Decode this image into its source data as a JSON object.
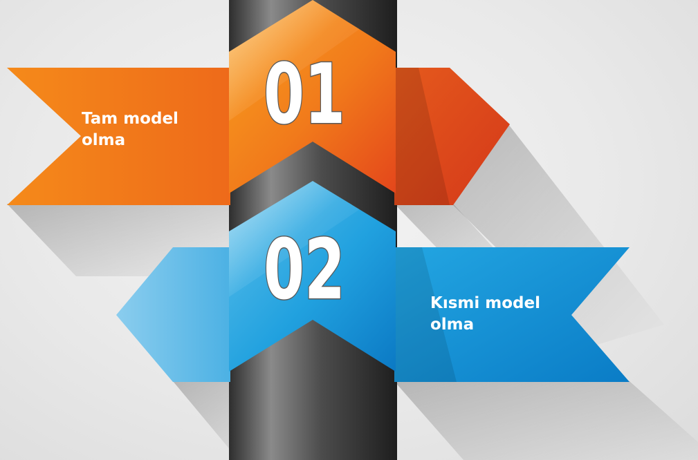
{
  "steps": [
    {
      "number": "01",
      "label_lines": [
        "Tam model",
        "olma"
      ],
      "color": "#f07d1a"
    },
    {
      "number": "02",
      "label_lines": [
        "Kısmi model",
        "olma"
      ],
      "color": "#1d9fdc"
    }
  ],
  "colors": {
    "background": "#e8e8e8",
    "pillar": "#4a4a4a",
    "orange_light": "#f7931e",
    "orange_dark": "#e1461b",
    "blue_light": "#56b7e6",
    "blue_dark": "#0a7fc9",
    "number_fill": "#ffffff",
    "number_stroke": "#5a5a5a"
  }
}
